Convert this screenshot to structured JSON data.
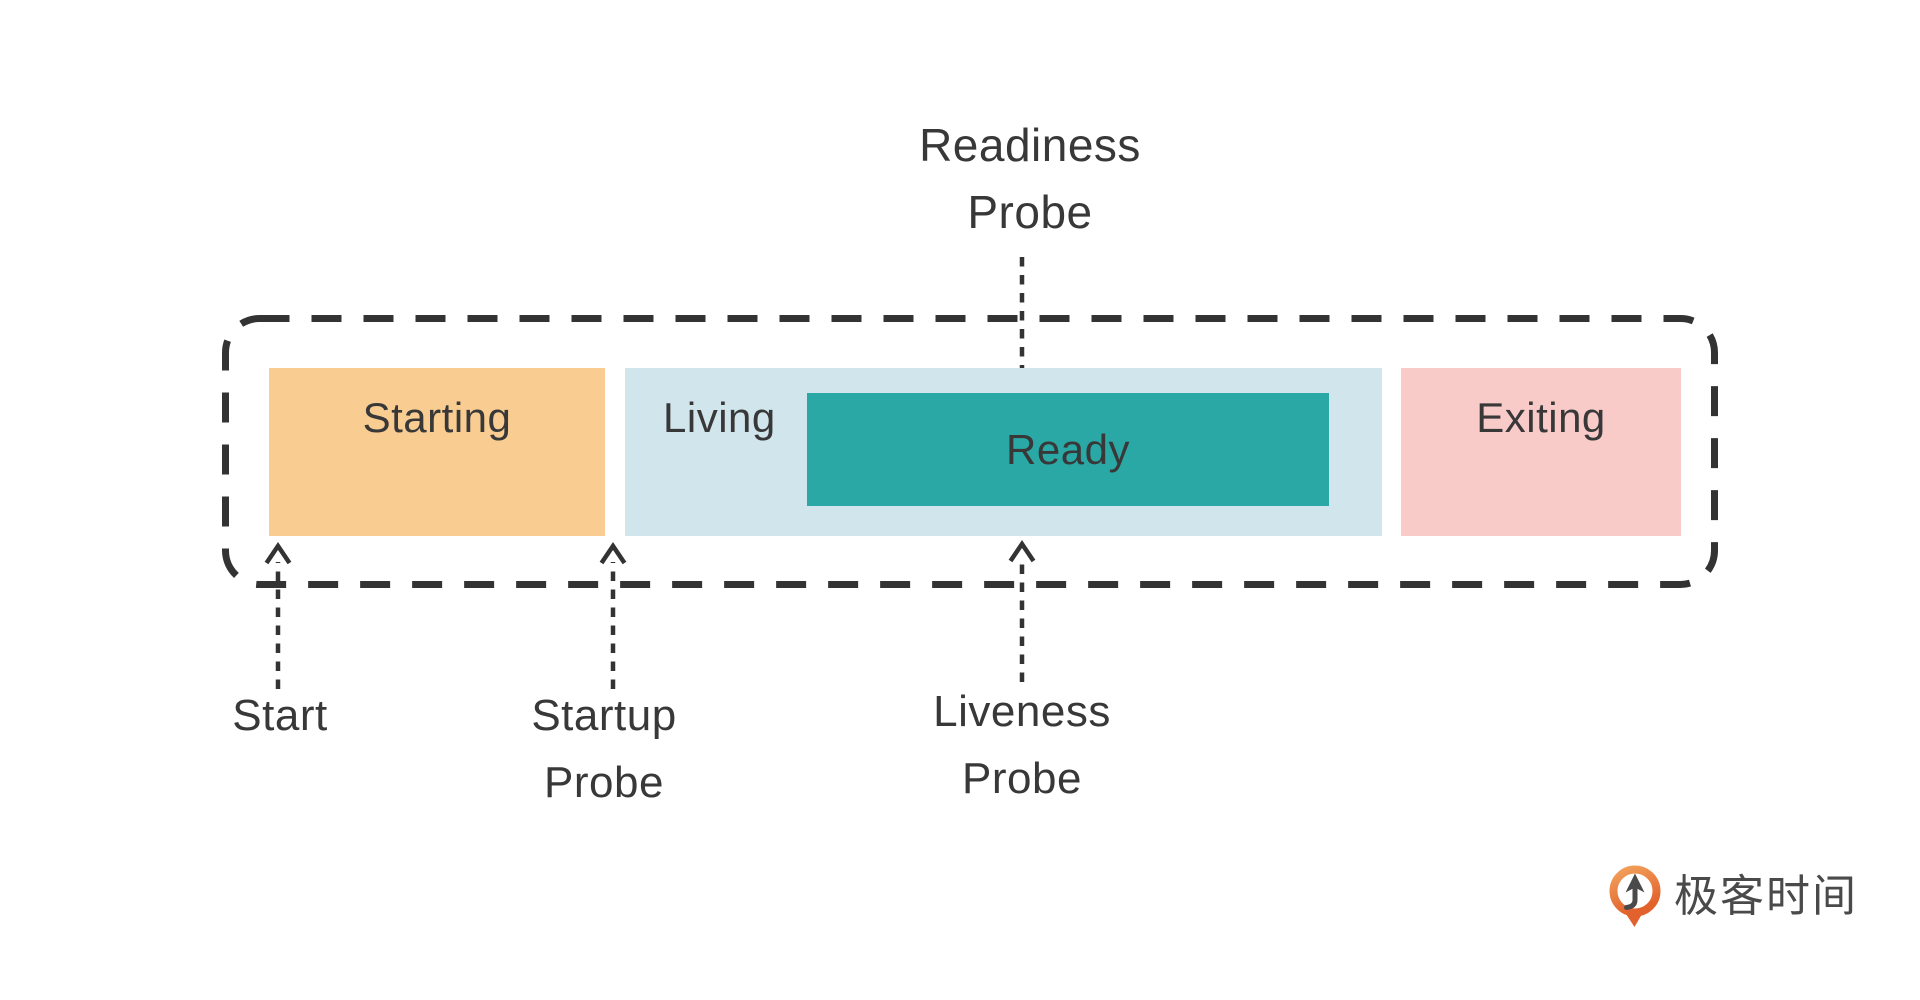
{
  "colors": {
    "background": "#ffffff",
    "line": "#333333",
    "text": "#383838",
    "starting_fill": "#F9CD92",
    "living_fill": "#D0E5EC",
    "ready_fill": "#2AA8A5",
    "exiting_fill": "#F8CBC8",
    "brand_orange_light": "#F2A25C",
    "brand_orange_dark": "#E2622D",
    "brand_text": "#4a4a4a"
  },
  "pod": {
    "states": {
      "starting": {
        "label": "Starting"
      },
      "living": {
        "label": "Living"
      },
      "ready": {
        "label": "Ready"
      },
      "exiting": {
        "label": "Exiting"
      }
    }
  },
  "annotations": {
    "readiness": {
      "line1": "Readiness",
      "line2": "Probe",
      "arrow": "down"
    },
    "start": {
      "line1": "Start",
      "arrow": "up"
    },
    "startup": {
      "line1": "Startup",
      "line2": "Probe",
      "arrow": "up"
    },
    "liveness": {
      "line1": "Liveness",
      "line2": "Probe",
      "arrow": "up"
    }
  },
  "brand": {
    "name": "极客时间"
  }
}
